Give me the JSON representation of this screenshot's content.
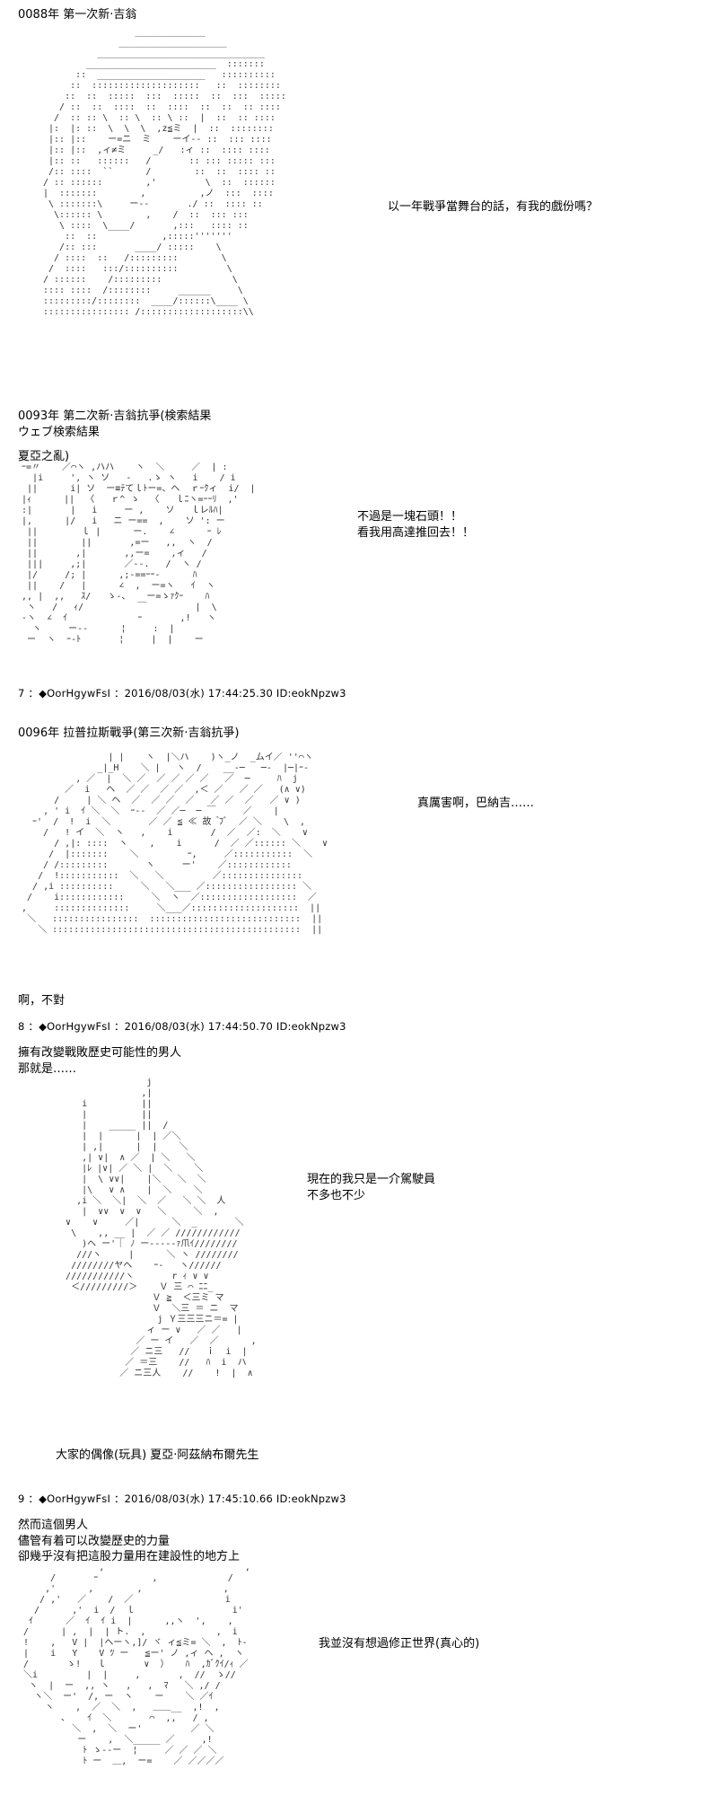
{
  "section1": {
    "title": "0088年 第一次新·吉翁",
    "dialogue": "以一年戰爭當舞台的話，有我的戲份嗎？"
  },
  "section2": {
    "title_line1": "0093年 第二次新·吉翁抗爭(検索結果",
    "title_line2": "ウェブ検索結果",
    "subtitle": "夏亞之亂)",
    "dialogue_line1": "不過是一塊石頭！！",
    "dialogue_line2": "看我用高達推回去！！"
  },
  "post7": {
    "header": "7 ：◆OorHgywFsI ：2016/08/03(水) 17:44:25.30 ID:eokNpzw3"
  },
  "section3": {
    "title": "0096年 拉普拉斯戰爭(第三次新·吉翁抗爭)",
    "dialogue": "真厲害啊，巴納吉……",
    "footer": "啊，不對"
  },
  "post8": {
    "header": "8 ：◆OorHgywFsI ：2016/08/03(水) 17:44:50.70 ID:eokNpzw3"
  },
  "section4": {
    "line1": "擁有改變戰敗歷史可能性的男人",
    "line2": "那就是……",
    "dialogue_line1": "現在的我只是一介駕駛員",
    "dialogue_line2": "不多也不少",
    "caption": "大家的偶像(玩具) 夏亞·阿茲納布爾先生"
  },
  "post9": {
    "header": "9 ：◆OorHgywFsI ：2016/08/03(水) 17:45:10.66 ID:eokNpzw3"
  },
  "section5": {
    "line1": "然而這個男人",
    "line2": "儘管有着可以改變歷史的力量",
    "line3": "卻幾乎沒有把這股力量用在建設性的地方上",
    "dialogue": "我並沒有想過修正世界(真心的)"
  }
}
